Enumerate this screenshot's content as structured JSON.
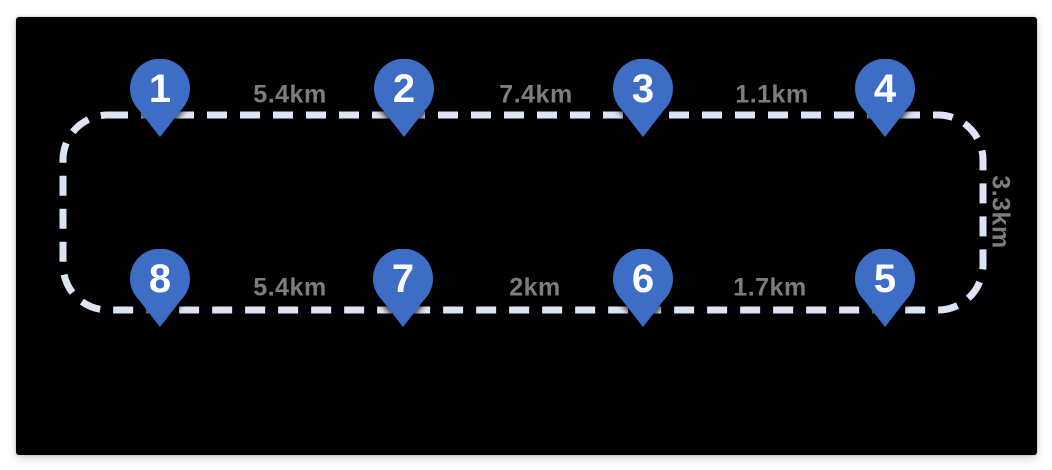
{
  "route": {
    "top_pins": [
      {
        "label": "1"
      },
      {
        "label": "2"
      },
      {
        "label": "3"
      },
      {
        "label": "4"
      }
    ],
    "bottom_pins": [
      {
        "label": "8"
      },
      {
        "label": "7"
      },
      {
        "label": "6"
      },
      {
        "label": "5"
      }
    ],
    "top_distances": [
      "5.4km",
      "7.4km",
      "1.1km"
    ],
    "bottom_distances": [
      "5.4km",
      "2km",
      "1.7km"
    ],
    "right_distance": "3.3km",
    "colors": {
      "pin": "#3e6dc5",
      "pin_number": "#ffffff",
      "dash": "#dce4f5",
      "label": "#7d7d7d",
      "panel_background": "#000000",
      "page_background": "#ffffff"
    }
  }
}
